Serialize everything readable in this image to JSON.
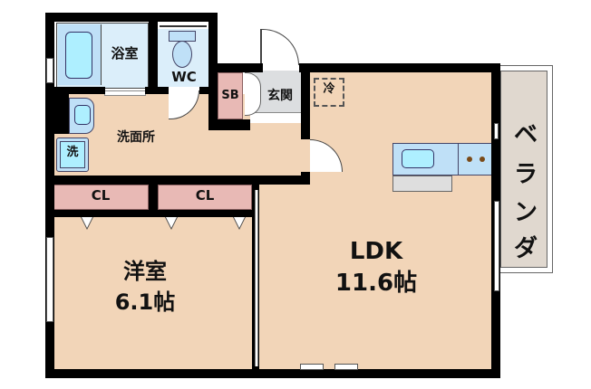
{
  "floorplan": {
    "rooms": {
      "bathroom": {
        "label": "浴室"
      },
      "toilet": {
        "label": "WC"
      },
      "shoe_box": {
        "label": "SB"
      },
      "entrance": {
        "label": "玄関"
      },
      "fridge": {
        "label": "冷"
      },
      "washroom": {
        "label": "洗面所"
      },
      "washer": {
        "label": "洗"
      },
      "closet_1": {
        "label": "CL"
      },
      "closet_2": {
        "label": "CL"
      },
      "western_room": {
        "label": "洋室",
        "size": "6.1帖"
      },
      "ldk": {
        "label": "LDK",
        "size": "11.6帖"
      },
      "veranda": {
        "label": "ベランダ",
        "chars": [
          "ベ",
          "ラ",
          "ン",
          "ダ"
        ]
      }
    },
    "colors": {
      "floor": "#f2d5b8",
      "wet_area": "#dbeefa",
      "closet": "#e8b9b5",
      "entrance": "#dcdee0",
      "veranda": "#e0d8cf",
      "fixture": "#aeefff",
      "wall": "#000000"
    }
  }
}
